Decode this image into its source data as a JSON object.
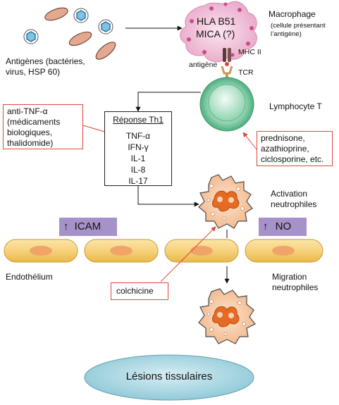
{
  "colors": {
    "macrophage": "#e9a9c9",
    "lymphocyte": "#7fcfa7",
    "neutrophil": "#f3c3a0",
    "neutrophil_nucleus": "#e56a23",
    "endothelium": "#f6d27c",
    "lesion": "#a9d5df",
    "banner": "#a592c8",
    "inhibitor_arrow": "#e0463a"
  },
  "antigens": {
    "label": "Antigènes (bactéries,\nvirus, HSP 60)"
  },
  "macrophage": {
    "hla": "HLA B51",
    "mica": "MICA (?)",
    "title": "Macrophage",
    "note": "(cellule présentant\nl’antigène)",
    "mhc_label": "MHC II",
    "antigen_label": "antigène",
    "tcr_label": "TCR"
  },
  "lymphocyte": {
    "label": "Lymphocyte T"
  },
  "anti_tnf": {
    "text": "anti-TNF-α\n(médicaments\nbiologiques,\nthalidomide)"
  },
  "th1": {
    "title": "Réponse Th1",
    "items": [
      "TNF-α",
      "IFN-γ",
      "IL-1",
      "IL-8",
      "IL-17"
    ]
  },
  "immuno": {
    "text": "prednisone,\nazathioprine,\nciclosporine, etc."
  },
  "activation": {
    "label": "Activation\nneutrophiles"
  },
  "icam": {
    "arrow": "↑",
    "label": "ICAM"
  },
  "no": {
    "arrow": "↑",
    "label": "NO"
  },
  "endothelium": {
    "label": "Endothélium"
  },
  "colchicine": {
    "label": "colchicine"
  },
  "migration": {
    "label": "Migration\nneutrophiles"
  },
  "lesions": {
    "label": "Lésions tissulaires"
  }
}
